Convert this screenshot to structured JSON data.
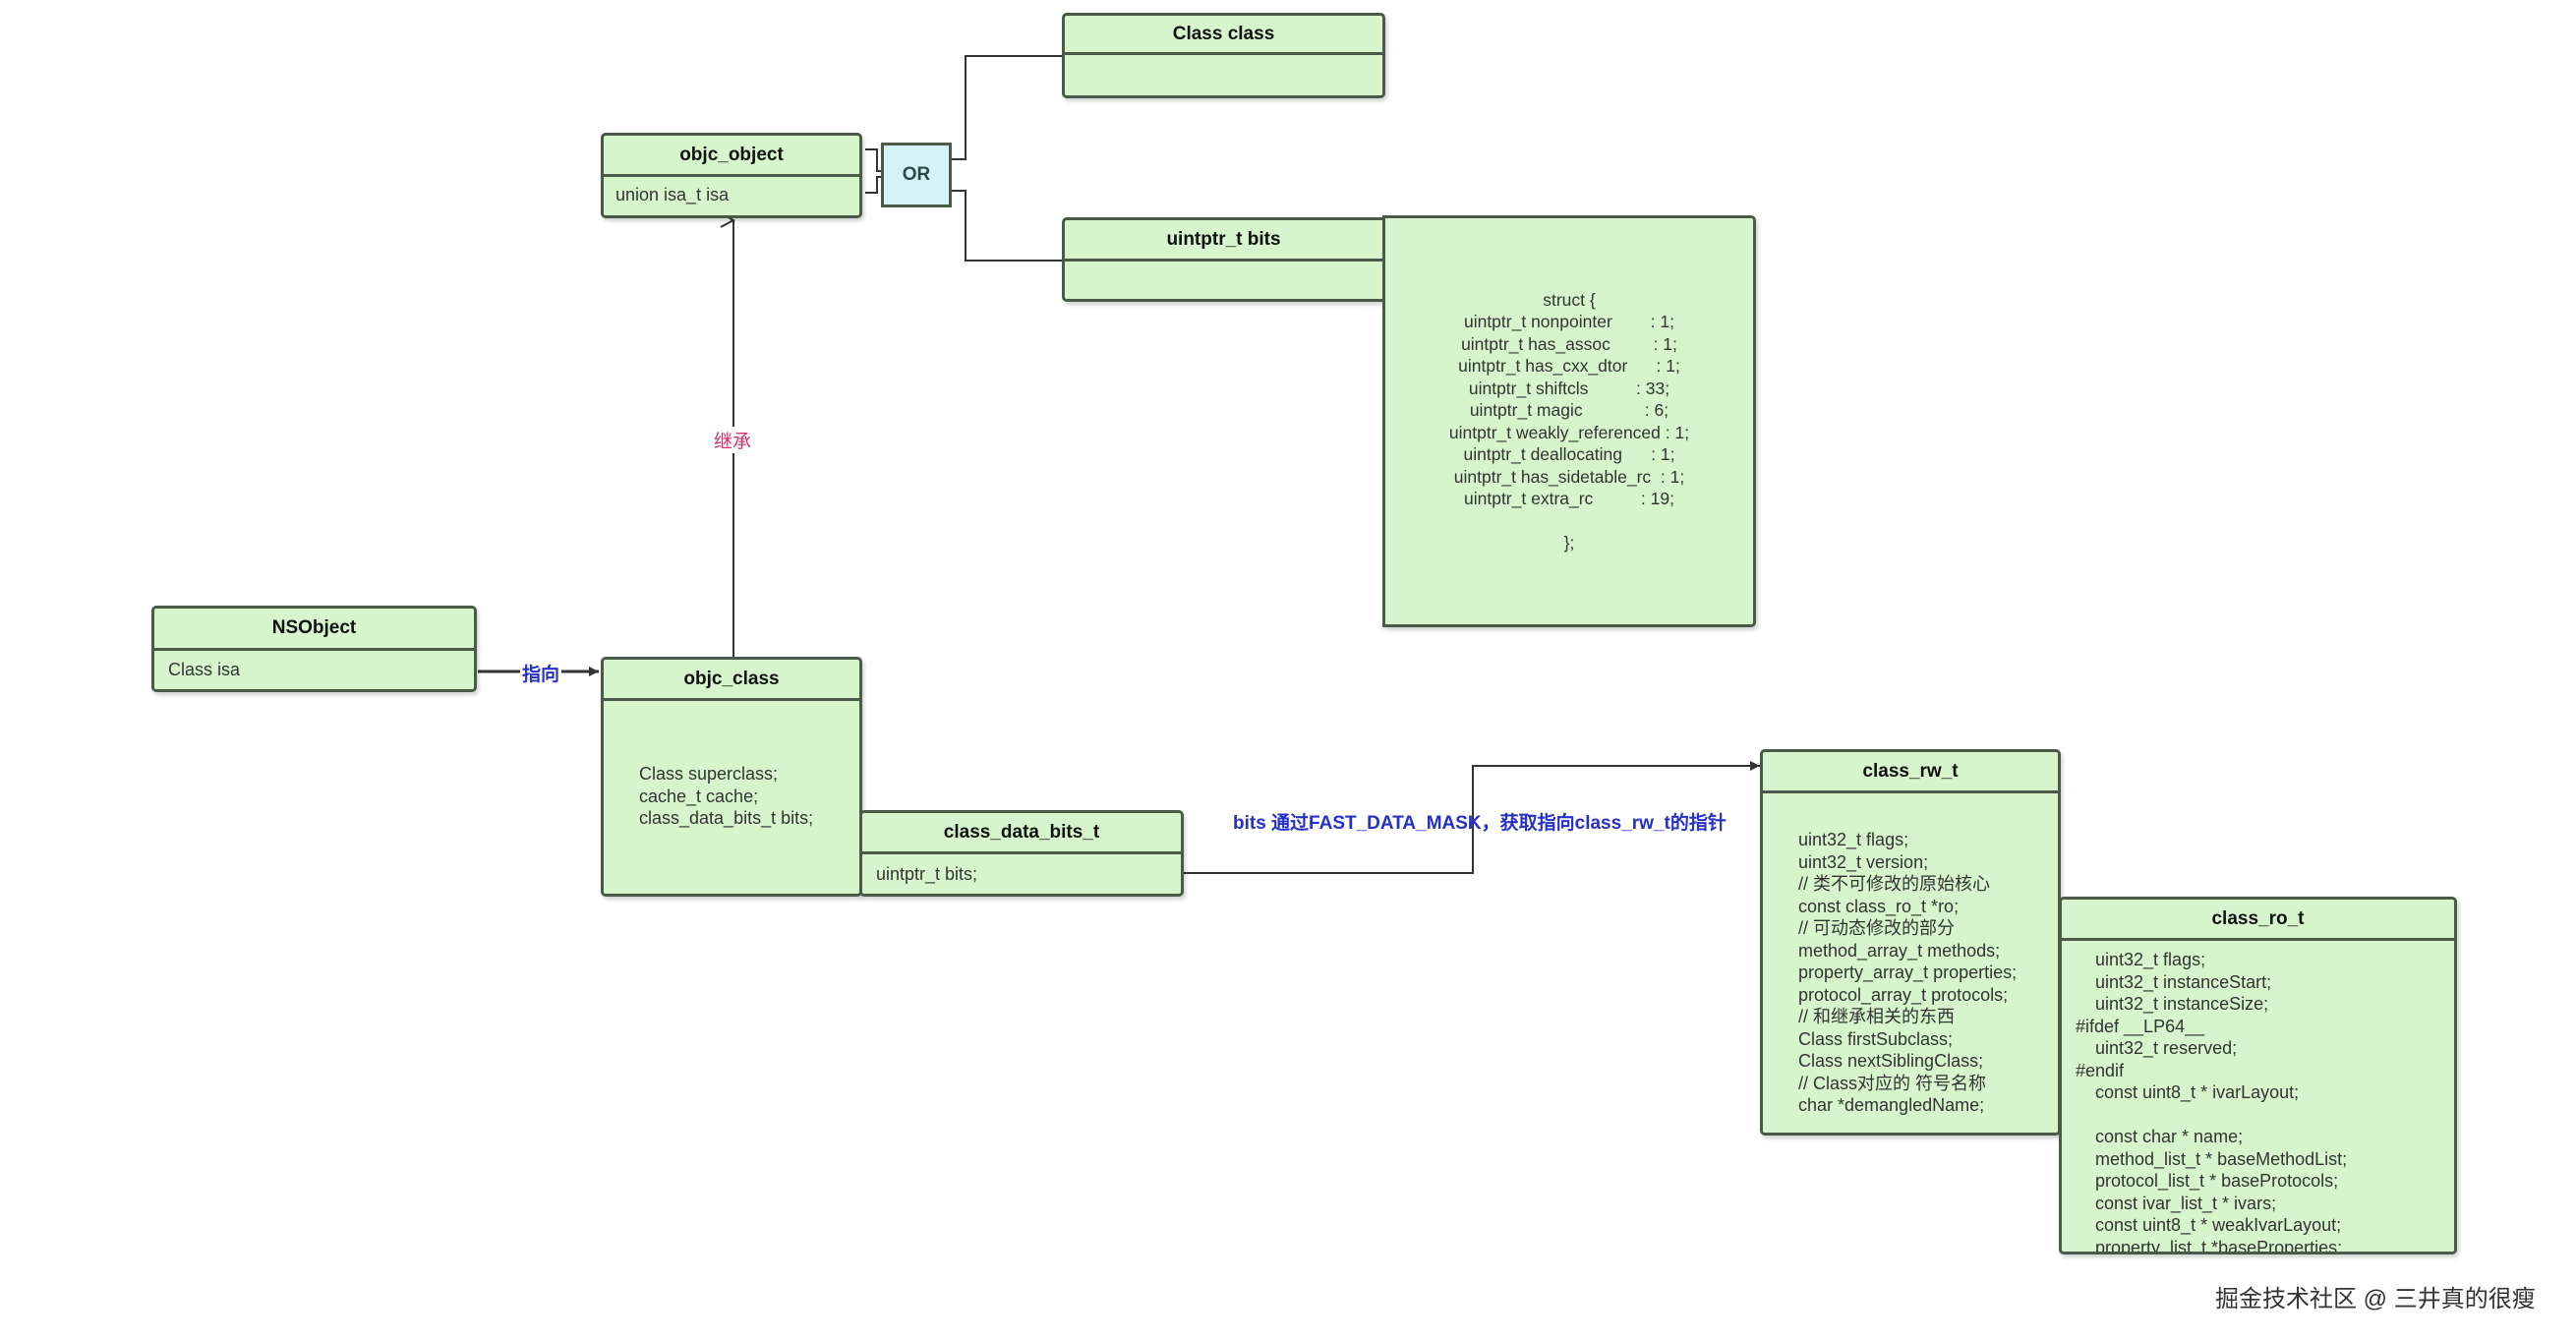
{
  "boxes": {
    "class_class": {
      "title": "Class class",
      "body": ""
    },
    "objc_object": {
      "title": "objc_object",
      "body": "union isa_t isa"
    },
    "uintptr_bits": {
      "title": "uintptr_t bits",
      "body": ""
    },
    "isa_struct": {
      "text": "struct {\nuintptr_t nonpointer        : 1;\nuintptr_t has_assoc         : 1;\nuintptr_t has_cxx_dtor      : 1;\nuintptr_t shiftcls          : 33;\nuintptr_t magic             : 6;\nuintptr_t weakly_referenced : 1;\nuintptr_t deallocating      : 1;\nuintptr_t has_sidetable_rc  : 1;\nuintptr_t extra_rc          : 19;\n\n};"
    },
    "nsobject": {
      "title": "NSObject",
      "body": "Class isa"
    },
    "objc_class": {
      "title": "objc_class",
      "body": "Class superclass;\ncache_t cache;\nclass_data_bits_t bits;"
    },
    "class_data_bits_t": {
      "title": "class_data_bits_t",
      "body": "uintptr_t bits;"
    },
    "class_rw_t": {
      "title": "class_rw_t",
      "body": "uint32_t flags;\nuint32_t version;\n// 类不可修改的原始核心\nconst class_ro_t *ro;\n// 可动态修改的部分\nmethod_array_t methods;\nproperty_array_t properties;\nprotocol_array_t protocols;\n// 和继承相关的东西\nClass firstSubclass;\nClass nextSiblingClass;\n// Class对应的 符号名称\nchar *demangledName;"
    },
    "class_ro_t": {
      "title": "class_ro_t",
      "body": "    uint32_t flags;\n    uint32_t instanceStart;\n    uint32_t instanceSize;\n#ifdef __LP64__\n    uint32_t reserved;\n#endif\n    const uint8_t * ivarLayout;\n\n    const char * name;\n    method_list_t * baseMethodList;\n    protocol_list_t * baseProtocols;\n    const ivar_list_t * ivars;\n    const uint8_t * weakIvarLayout;\n    property_list_t *baseProperties;"
    }
  },
  "or_label": "OR",
  "edge_labels": {
    "inherit": "继承",
    "points_to": "指向",
    "fast_data_mask": "bits 通过FAST_DATA_MASK，获取指向class_rw_t的指针"
  },
  "watermark": "掘金技术社区 @ 三井真的很瘦",
  "colors": {
    "box_fill": "#d7f5cc",
    "box_border": "#4b5a48",
    "or_fill": "#d4f3f7",
    "inherit_label": "#d6336c",
    "blue_label": "#2430c8"
  }
}
